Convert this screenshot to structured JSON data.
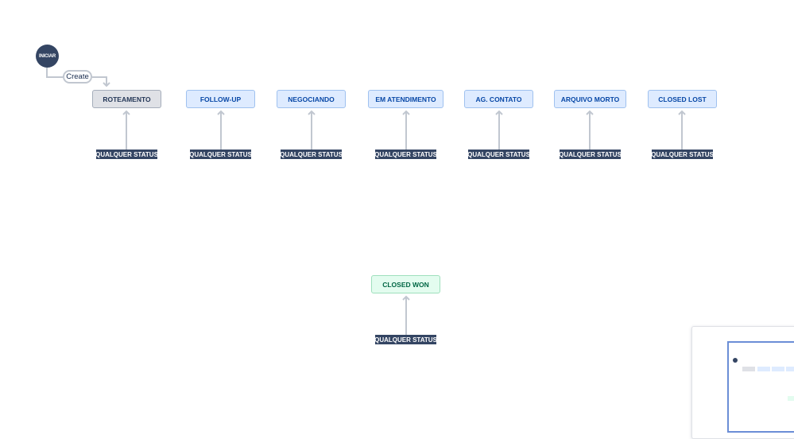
{
  "diagram": {
    "start_label": "INICIAR",
    "create_label": "Create",
    "statuses": [
      {
        "label": "ROTEAMENTO",
        "style": "gray"
      },
      {
        "label": "FOLLOW-UP",
        "style": "blue"
      },
      {
        "label": "NEGOCIANDO",
        "style": "blue"
      },
      {
        "label": "EM ATENDIMENTO",
        "style": "blue"
      },
      {
        "label": "AG. CONTATO",
        "style": "blue"
      },
      {
        "label": "ARQUIVO MORTO",
        "style": "blue"
      },
      {
        "label": "CLOSED LOST",
        "style": "blue"
      },
      {
        "label": "CLOSED WON",
        "style": "green"
      }
    ],
    "any_status_label": "QUALQUER STATUS"
  },
  "colors": {
    "start_node": "#344563",
    "status_blue_bg": "#deebff",
    "status_gray_bg": "#dfe1e6",
    "status_green_bg": "#e3fcef",
    "arrow": "#c1c7d0"
  }
}
